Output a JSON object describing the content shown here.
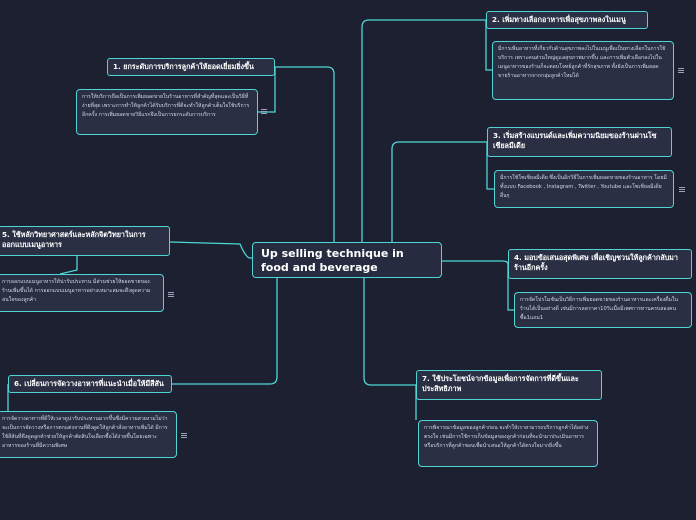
{
  "central_topic": "Up selling technique in food and beverage",
  "topics": [
    {
      "title": "1. ยกระดับการบริการลูกค้าให้ยอดเยี่ยมยิ่งขึ้น",
      "note": "การให้บริการถือเป็นการเพิ่มยอดขายในร้านอาหารที่สำคัญที่สุดและเป็นวิธีที่ง่ายที่สุด เพราะการทำให้ลูกค้าได้รับบริการที่ดีจะทำให้ลูกค้าเต็มใจใช้บริการอีกครั้ง การเพิ่มยอดขายวิธีแรกจึงเป็นการยกระดับการบริการ"
    },
    {
      "title": "2. เพิ่มทางเลือกอาหารเพื่อสุขภาพลงในเมนู",
      "note": "มีการเพิ่มอาหารที่เกี่ยวกับด้านสุขภาพลงไปในเมนูเพื่อเป็นทางเลือกในการใช้บริการ เพราะคนส่วนใหญ่ดูแลสุขภาพมากขึ้น และการเพิ่มตัวเลือกลงไปในเมนูอาหารของร้านก็จะตอบโจทย์ลูกค้าที่รักสุขภาพ ทั้งยังเป็นการเพิ่มยอดขายร้านอาหารจากกลุ่มลูกค้าใหม่ได้"
    },
    {
      "title": "3. เริ่มสร้างแบรนด์และเพิ่มความนิยมของร้านผ่านโซเชียลมีเดีย",
      "note": "มีการใช้โซเชียลมีเดีย ซึ่งเป็นอีกวิธีในการเพิ่มยอดขายของร้านอาหาร โดยมีทั้งแบบ Facebook , Instagram , Twitter , Youtube และโซเชียลมีเดียอื่นๆ"
    },
    {
      "title": "4. มอบข้อเสนอสุดพิเศษ เพื่อเชิญชวนให้ลูกค้ากลับมาร้านอีกครั้ง",
      "note": "การจัดโปรโมชันเป็นวิธีการเพิ่มยอดขายของร้านอาหารและเครื่องดื่มในร้านได้เป็นอย่างดี เช่นมีการลดราคา10%เมื่อมีเพศการทานครบสองคนซื้อ1แถม1"
    },
    {
      "title": "5. ใช้หลักวิทยาศาสตร์และหลักจิตวิทยาในการออกแบบเมนูอาหาร",
      "note": "การออกแบบเมนูอาหารให้น่ารับประทาน มีส่วนช่วยให้ยอดขายของร้านเพิ่มขึ้นได้ การออกแบบเมนูอาหารอย่างเหมาะสมจะดึงดูดความสนใจของลูกค้า"
    },
    {
      "title": "6. เปลี่ยนการจัดวางอาหารที่แนะนำเมื่อให้มีสีสัน",
      "note": "การจัดวางอาหารที่ดีให้เวลาดูน่ารับประทานมากขึ้นซึ่งมีความสวยงามไม่ว่าจะเป็นการจัดวางหรือการตกแต่งจานที่ดึงดูดให้ลูกค้าสั่งอาหารเพิ่มได้ มีการใช้สีสันที่ดึงดูดลูกค้าช่วยให้ลูกค้าตัดสินใจเลือกซื้อได้ง่ายขึ้นโดยเฉพาะอาหารของร้านที่มีความพิเศษ"
    },
    {
      "title": "7. ใช้ประโยชน์จากข้อมูลเพื่อการจัดการที่ดีขึ้นและประสิทธิภาพ",
      "note": "การพิจารณาข้อมูลของลูกค้าก่อน จะทำให้เราสามารถบริการลูกค้าได้อย่างตรงใจ เช่นมีการใช้การเก็บข้อมูลของลูกค้าก่อนที่จะนำมาประเมินอาหารหรือบริการที่ลูกค้าชอบเพื่อนำเสนอให้ลูกค้าได้ตรงใจมากยิ่งขึ้น"
    }
  ],
  "colors": {
    "background": "#1c2030",
    "line": "#4fd6d4",
    "box": "#2a2f44",
    "text": "#ffffff"
  }
}
